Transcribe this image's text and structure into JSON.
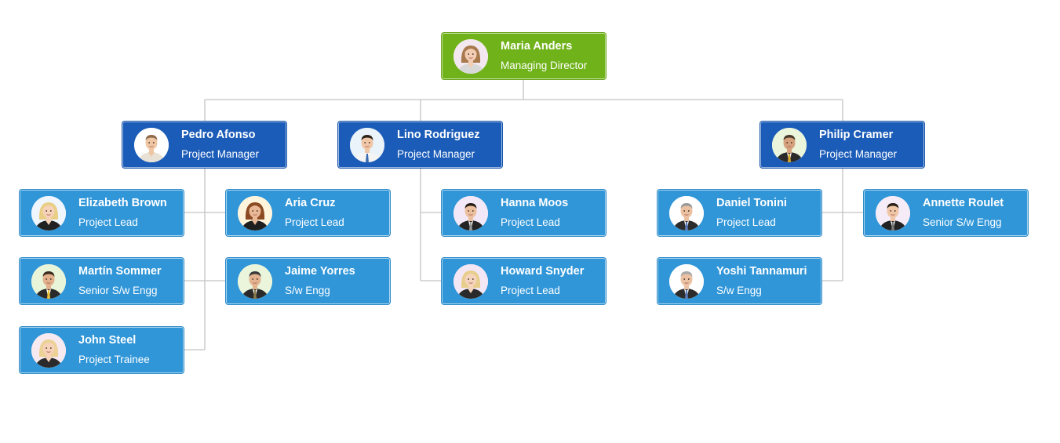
{
  "org_chart": {
    "colors": {
      "root": "#70b219",
      "manager": "#1b5cb8",
      "member": "#3096d8",
      "connector": "#c4c4c4",
      "text": "#ffffff"
    },
    "root": {
      "name": "Maria Anders",
      "role": "Managing Director",
      "avatar": {
        "bg": "#f3e8ef",
        "skin": "#f2cdb4",
        "hair": "#a9794e",
        "suit": "#d8d8d8",
        "tie": ""
      }
    },
    "managers": [
      {
        "name": "Pedro Afonso",
        "role": "Project Manager",
        "avatar": {
          "bg": "#ffffff",
          "skin": "#efc6a4",
          "hair": "#8d6a4a",
          "suit": "#e8e2d6",
          "tie": ""
        },
        "reports": [
          {
            "name": "Elizabeth Brown",
            "role": "Project Lead",
            "avatar": {
              "bg": "#f0f6ff",
              "skin": "#f5d2b8",
              "hair": "#e9cf86",
              "suit": "#222222",
              "tie": ""
            }
          },
          {
            "name": "Aria Cruz",
            "role": "Project Lead",
            "avatar": {
              "bg": "#fff4dc",
              "skin": "#e9b897",
              "hair": "#8b4a22",
              "suit": "#1e1e1e",
              "tie": ""
            }
          },
          {
            "name": "Martín Sommer",
            "role": "Senior S/w Engg",
            "avatar": {
              "bg": "#e9f5d9",
              "skin": "#e2b08b",
              "hair": "#3a2b20",
              "suit": "#2a2a2a",
              "tie": "#f0c43a"
            }
          },
          {
            "name": "Jaime Yorres",
            "role": "S/w Engg",
            "avatar": {
              "bg": "#eaf5db",
              "skin": "#e3b28f",
              "hair": "#3a3a3a",
              "suit": "#2a2a2a",
              "tie": "#8a7a4a"
            }
          },
          {
            "name": "John Steel",
            "role": "Project Trainee",
            "avatar": {
              "bg": "#f7e9f0",
              "skin": "#f5d2b8",
              "hair": "#ecd294",
              "suit": "#2b2b2b",
              "tie": ""
            }
          }
        ]
      },
      {
        "name": "Lino Rodriguez",
        "role": "Project Manager",
        "avatar": {
          "bg": "#eaf2fa",
          "skin": "#f0c7a6",
          "hair": "#2b2219",
          "suit": "#f4f4f4",
          "tie": "#3a6ab0"
        },
        "reports": [
          {
            "name": "Hanna Moos",
            "role": "Project Lead",
            "avatar": {
              "bg": "#f3e8f7",
              "skin": "#ecc09e",
              "hair": "#2a1f18",
              "suit": "#242424",
              "tie": "#9a9a9a"
            }
          },
          {
            "name": "Howard Snyder",
            "role": "Project Lead",
            "avatar": {
              "bg": "#f3e6f5",
              "skin": "#f5d4bd",
              "hair": "#e8ce8c",
              "suit": "#2a2a2a",
              "tie": ""
            }
          }
        ]
      },
      {
        "name": "Philip Cramer",
        "role": "Project Manager",
        "avatar": {
          "bg": "#ebf5dc",
          "skin": "#d6a27e",
          "hair": "#4a3a2a",
          "suit": "#2a2a2a",
          "tie": "#d4a82e"
        },
        "reports": [
          {
            "name": "Daniel Tonini",
            "role": "Project Lead",
            "avatar": {
              "bg": "#ffffff",
              "skin": "#ebc1a2",
              "hair": "#9a9a9a",
              "suit": "#2c2c2c",
              "tie": "#5a7ab8"
            }
          },
          {
            "name": "Annette Roulet",
            "role": "Senior S/w Engg",
            "avatar": {
              "bg": "#f5ecf7",
              "skin": "#efc6a6",
              "hair": "#2a2018",
              "suit": "#222222",
              "tie": "#7a7a7a"
            }
          },
          {
            "name": "Yoshi Tannamuri",
            "role": "S/w Engg",
            "avatar": {
              "bg": "#ffffff",
              "skin": "#ebc3a4",
              "hair": "#a8a8a8",
              "suit": "#2c2c2c",
              "tie": "#5a7ab8"
            }
          }
        ]
      }
    ]
  }
}
